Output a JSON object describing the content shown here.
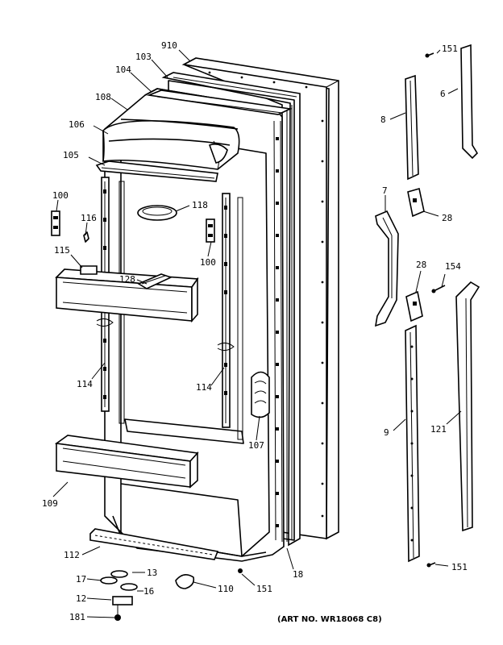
{
  "labels": {
    "l910": "910",
    "l103": "103",
    "l104": "104",
    "l108": "108",
    "l106": "106",
    "l105": "105",
    "l100a": "100",
    "l116": "116",
    "l118": "118",
    "l100b": "100",
    "l115": "115",
    "l128": "128",
    "l114a": "114",
    "l114b": "114",
    "l107": "107",
    "l109": "109",
    "l112": "112",
    "l13": "13",
    "l17": "17",
    "l16": "16",
    "l12": "12",
    "l110": "110",
    "l151b": "151",
    "l18": "18",
    "l181": "181",
    "l151a": "151",
    "l6": "6",
    "l8": "8",
    "l7": "7",
    "l28a": "28",
    "l28b": "28",
    "l154": "154",
    "l9": "9",
    "l121": "121",
    "l151c": "151"
  },
  "art_number": "(ART NO. WR18068 C8)"
}
